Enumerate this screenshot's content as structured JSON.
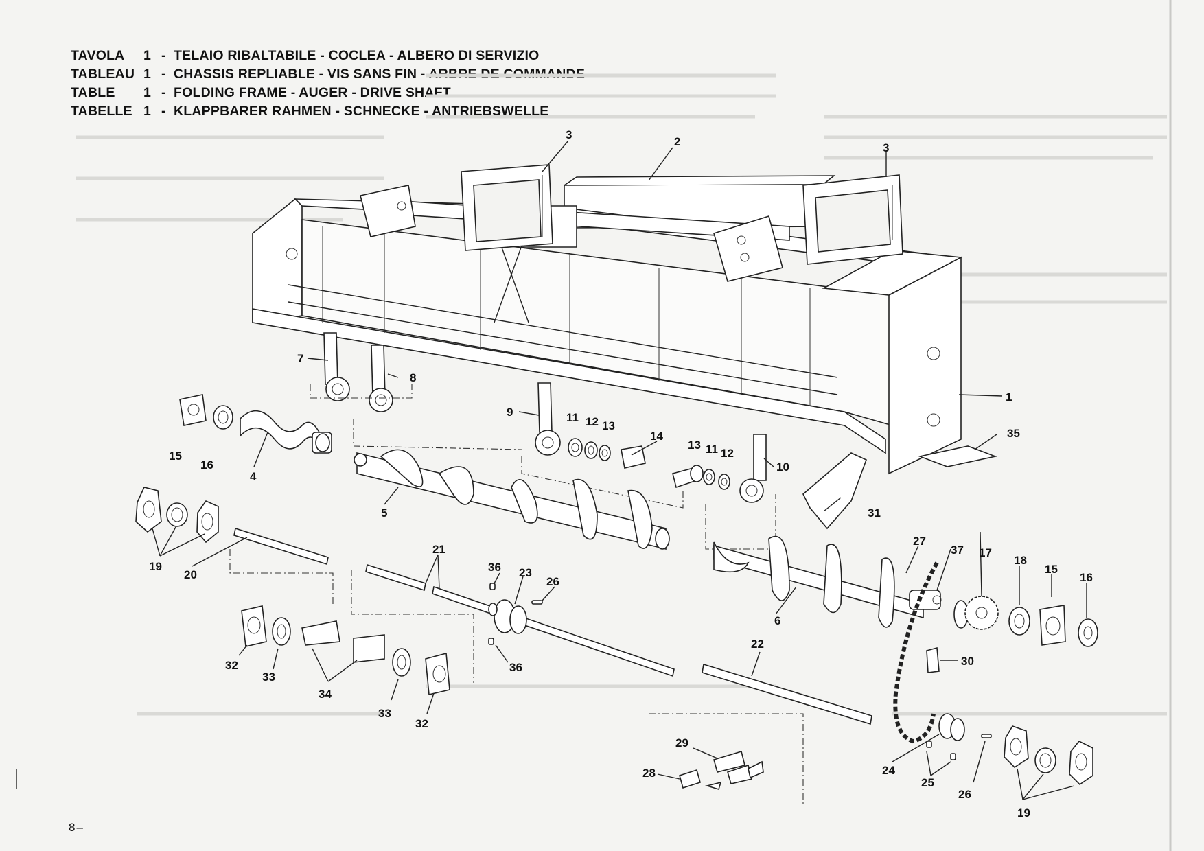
{
  "titles": [
    {
      "prefix": "TAVOLA",
      "number": "1",
      "dash": "-",
      "text": "TELAIO RIBALTABILE - COCLEA - ALBERO DI SERVIZIO"
    },
    {
      "prefix": "TABLEAU",
      "number": "1",
      "dash": "-",
      "text": "CHASSIS REPLIABLE - VIS SANS FIN - ARBRE DE COMMANDE"
    },
    {
      "prefix": "TABLE",
      "number": "1",
      "dash": "-",
      "text": "FOLDING FRAME - AUGER - DRIVE SHAFT"
    },
    {
      "prefix": "TABELLE",
      "number": "1",
      "dash": "-",
      "text": "KLAPPBARER RAHMEN - SCHNECKE - ANTRIEBSWELLE"
    }
  ],
  "page_number": "8",
  "page_number_suffix": "–",
  "callouts": {
    "c1": "1",
    "c2": "2",
    "c3a": "3",
    "c3b": "3",
    "c4": "4",
    "c5": "5",
    "c6": "6",
    "c7": "7",
    "c8": "8",
    "c9": "9",
    "c10": "10",
    "c11a": "11",
    "c11b": "11",
    "c12a": "12",
    "c12b": "12",
    "c13a": "13",
    "c13b": "13",
    "c14": "14",
    "c15a": "15",
    "c15b": "15",
    "c16a": "16",
    "c16b": "16",
    "c17": "17",
    "c18": "18",
    "c19a": "19",
    "c19b": "19",
    "c20": "20",
    "c21": "21",
    "c22": "22",
    "c23": "23",
    "c24": "24",
    "c25": "25",
    "c26a": "26",
    "c26b": "26",
    "c27": "27",
    "c28": "28",
    "c29": "29",
    "c30": "30",
    "c31": "31",
    "c32a": "32",
    "c32b": "32",
    "c33a": "33",
    "c33b": "33",
    "c34": "34",
    "c35": "35",
    "c36a": "36",
    "c36b": "36",
    "c37": "37"
  }
}
